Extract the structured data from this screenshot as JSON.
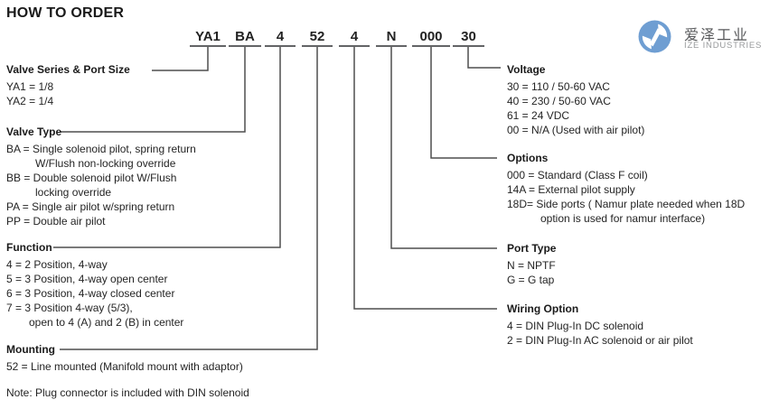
{
  "title": "HOW TO ORDER",
  "code": {
    "segments": [
      "YA1",
      "BA",
      "4",
      "52",
      "4",
      "N",
      "000",
      "30"
    ]
  },
  "left_sections": [
    {
      "header": "Valve Series & Port Size",
      "items": [
        "YA1 = 1/8",
        "YA2 = 1/4"
      ]
    },
    {
      "header": "Valve Type",
      "items": [
        "BA = Single solenoid pilot, spring return",
        "W/Flush non-locking override",
        "BB = Double solenoid pilot W/Flush",
        "locking override",
        "PA = Single air pilot w/spring return",
        "PP = Double air pilot"
      ]
    },
    {
      "header": "Function",
      "items": [
        "4 = 2 Position, 4-way",
        "5 = 3 Position, 4-way open center",
        "6 = 3 Position, 4-way closed center",
        "7 = 3 Position 4-way (5/3),",
        "open to 4 (A) and 2 (B) in center"
      ]
    },
    {
      "header": "Mounting",
      "items": [
        "52 = Line mounted (Manifold mount with adaptor)"
      ]
    }
  ],
  "right_sections": [
    {
      "header": "Voltage",
      "items": [
        "30 = 110 / 50-60 VAC",
        "40 = 230 / 50-60 VAC",
        "61 = 24 VDC",
        "00 = N/A (Used with air pilot)"
      ]
    },
    {
      "header": "Options",
      "items": [
        "000 = Standard (Class F coil)",
        "14A = External pilot supply",
        "18D= Side ports ( Namur plate needed when 18D",
        "option is used for namur interface)"
      ]
    },
    {
      "header": "Port Type",
      "items": [
        "N = NPTF",
        "G = G tap"
      ]
    },
    {
      "header": "Wiring Option",
      "items": [
        "4 = DIN Plug-In DC solenoid",
        "2 = DIN Plug-In AC solenoid or air pilot"
      ]
    }
  ],
  "note": "Note: Plug connector is included with DIN solenoid",
  "logo": {
    "text_cn": "爱泽工业",
    "text_en": "IZE INDUSTRIES"
  },
  "colors": {
    "text": "#1f1f1f",
    "connector_line": "#4f4f4f",
    "code_underline": "#636466",
    "logo_blue": "#6f9ed2",
    "logo_text_gray": "#57585a",
    "logo_subtext_gray": "#97999b"
  }
}
